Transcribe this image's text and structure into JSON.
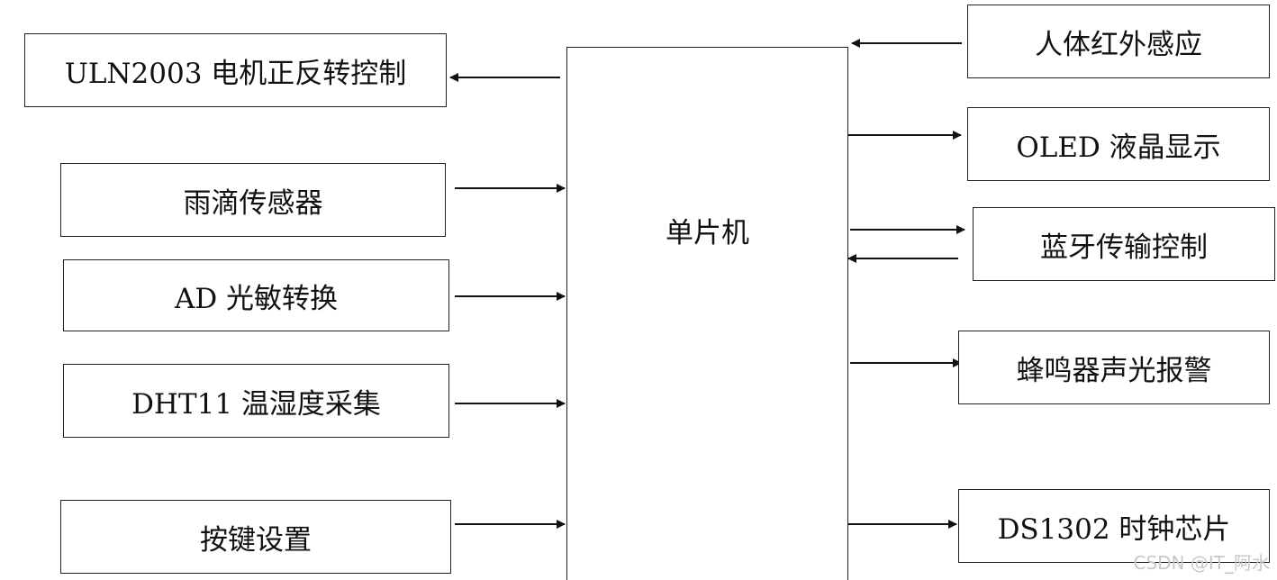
{
  "mcu": {
    "label": "单片机"
  },
  "left_modules": [
    {
      "label": "ULN2003 电机正反转控制",
      "direction": "out"
    },
    {
      "label": "雨滴传感器",
      "direction": "in"
    },
    {
      "label": "AD  光敏转换",
      "direction": "in"
    },
    {
      "label": "DHT11 温湿度采集",
      "direction": "in"
    },
    {
      "label": "按键设置",
      "direction": "in"
    }
  ],
  "right_modules": [
    {
      "label": "人体红外感应",
      "direction": "in"
    },
    {
      "label": "OLED 液晶显示",
      "direction": "out"
    },
    {
      "label": "蓝牙传输控制",
      "direction": "bidirectional"
    },
    {
      "label": "蜂鸣器声光报警",
      "direction": "out"
    },
    {
      "label": "DS1302 时钟芯片",
      "direction": "out"
    }
  ],
  "watermark": "CSDN @IT_阿水"
}
